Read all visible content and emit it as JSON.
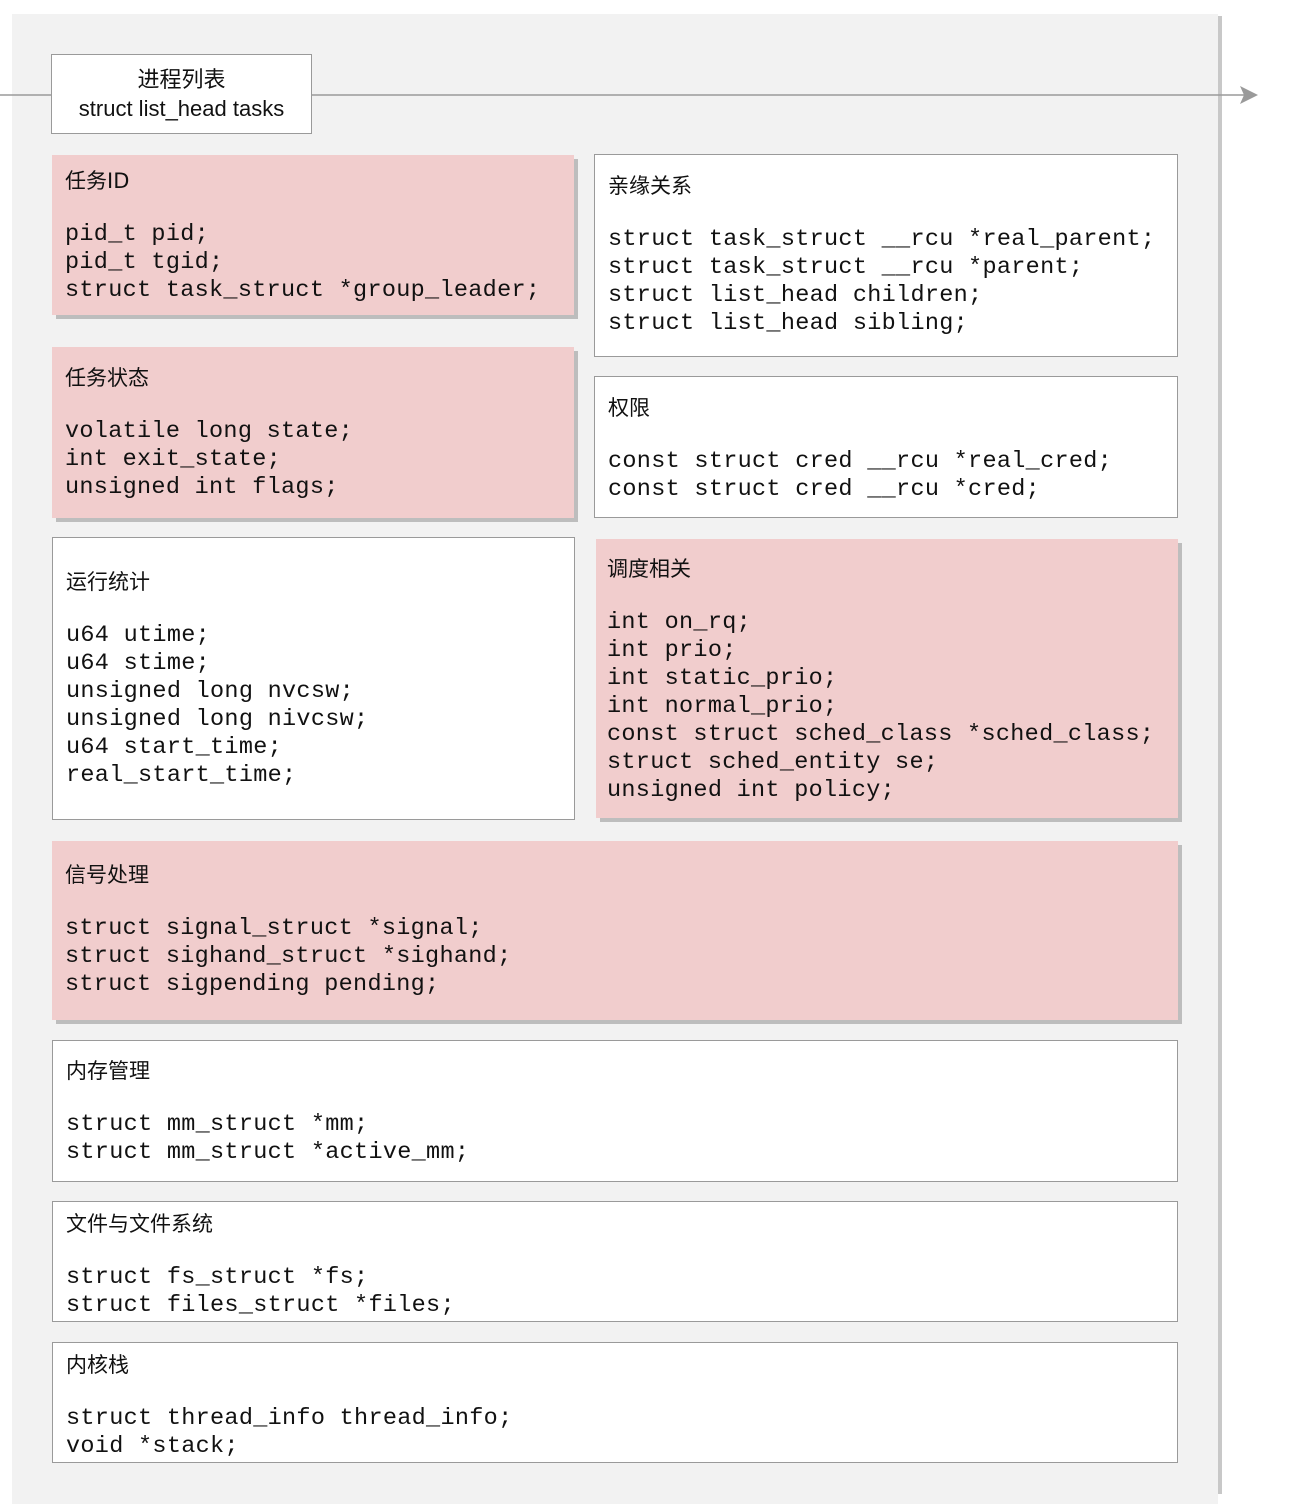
{
  "list_head": {
    "title": "进程列表",
    "subtitle": "struct list_head tasks"
  },
  "groups": {
    "task_id": {
      "title": "任务ID",
      "fields": [
        "pid_t pid;",
        "pid_t tgid;",
        "struct task_struct *group_leader;"
      ]
    },
    "kinship": {
      "title": "亲缘关系",
      "fields": [
        "struct task_struct __rcu *real_parent;",
        "struct task_struct __rcu *parent;",
        "struct list_head children;",
        "struct list_head sibling;"
      ]
    },
    "task_state": {
      "title": "任务状态",
      "fields": [
        "volatile long state;",
        "int exit_state;",
        "unsigned int flags;"
      ]
    },
    "permissions": {
      "title": "权限",
      "fields": [
        "const struct cred __rcu *real_cred;",
        "const struct cred __rcu *cred;"
      ]
    },
    "runtime_stats": {
      "title": "运行统计",
      "fields": [
        "u64 utime;",
        "u64 stime;",
        "unsigned long nvcsw;",
        "unsigned long nivcsw;",
        "u64 start_time;",
        "real_start_time;"
      ]
    },
    "scheduling": {
      "title": "调度相关",
      "fields": [
        "int on_rq;",
        "int prio;",
        "int static_prio;",
        "int normal_prio;",
        "const struct sched_class *sched_class;",
        "struct sched_entity se;",
        "unsigned int policy;"
      ]
    },
    "signal_handling": {
      "title": "信号处理",
      "fields": [
        "struct signal_struct *signal;",
        "struct sighand_struct *sighand;",
        "struct sigpending pending;"
      ]
    },
    "memory_management": {
      "title": "内存管理",
      "fields": [
        "struct mm_struct *mm;",
        "struct mm_struct *active_mm;"
      ]
    },
    "files": {
      "title": "文件与文件系统",
      "fields": [
        "struct fs_struct *fs;",
        "struct files_struct *files;"
      ]
    },
    "kernel_stack": {
      "title": "内核栈",
      "fields": [
        "struct thread_info thread_info;",
        "void *stack;"
      ]
    }
  },
  "colors": {
    "highlight_fill": "#f1cdcd",
    "plain_fill": "#ffffff",
    "border": "#9a9a9a",
    "panel": "#f2f2f2"
  }
}
